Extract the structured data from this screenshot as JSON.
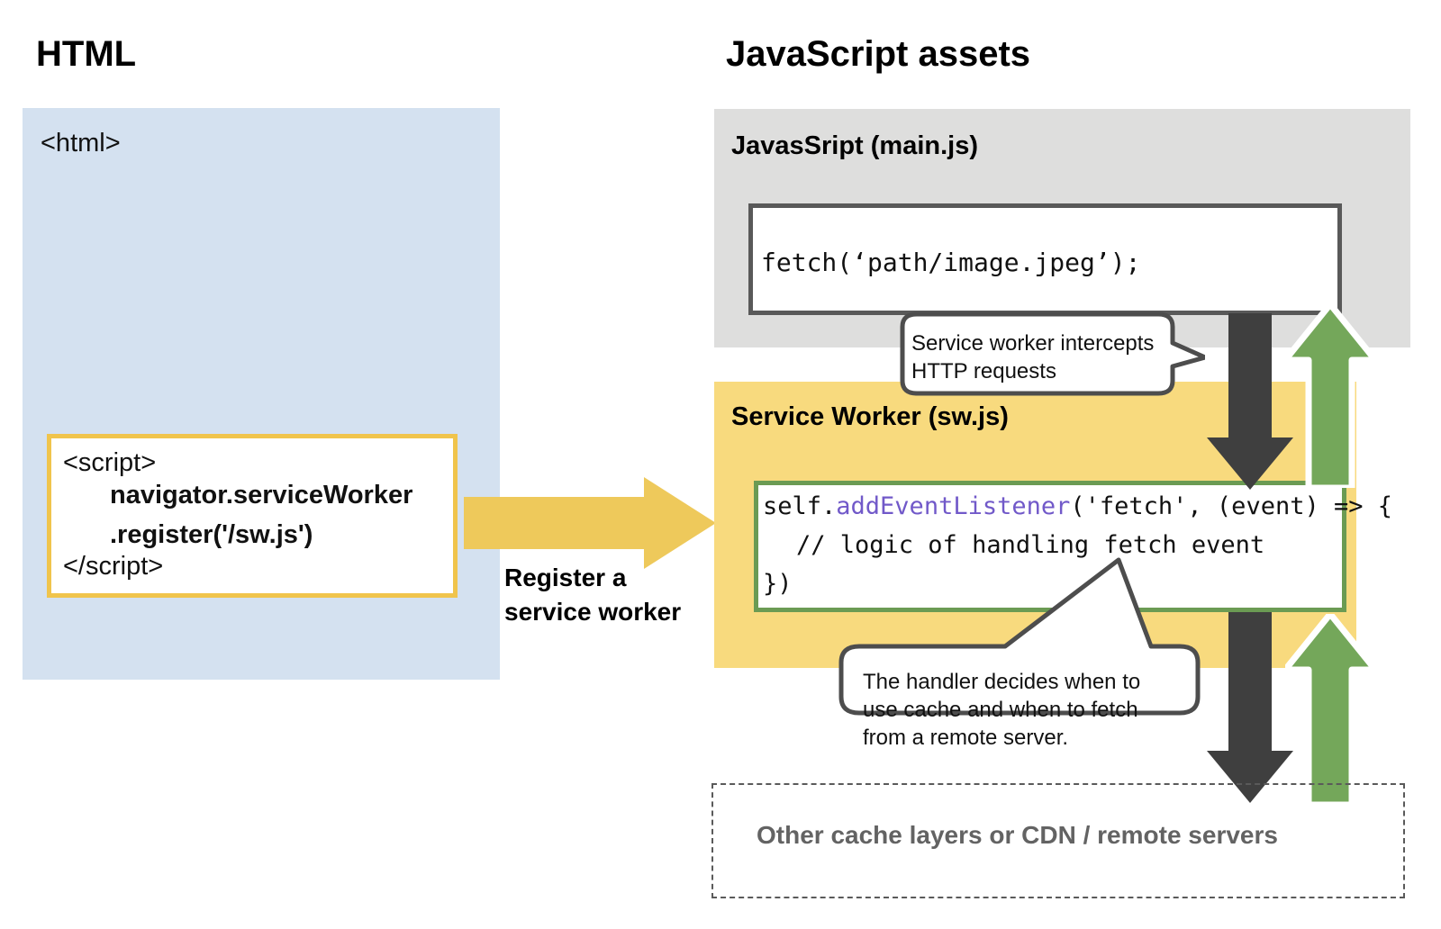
{
  "sections": {
    "html_title": "HTML",
    "js_title": "JavaScript assets"
  },
  "html_panel": {
    "tag": "<html>",
    "script_box": {
      "line1": "<script>",
      "line2": "navigator.serviceWorker",
      "line3": ".register('/sw.js')",
      "line4": "</script>"
    }
  },
  "register_arrow": {
    "label": "Register a\nservice worker"
  },
  "mainjs_panel": {
    "label": "JavasSript (main.js)",
    "code": "fetch(‘path/image.jpeg’);"
  },
  "service_worker_panel": {
    "label": "Service Worker (sw.js)",
    "code_line1_a": "self.",
    "code_line1_fn": "addEventListener",
    "code_line1_b": "('fetch', (event) => {",
    "code_line2": "// logic of handling fetch event",
    "code_line3": "})"
  },
  "callouts": {
    "intercept": "Service worker intercepts\nHTTP requests",
    "handler": "The handler decides when to\nuse cache and when to fetch\nfrom a remote server."
  },
  "remote_box": {
    "label": "Other cache layers or CDN / remote servers"
  },
  "colors": {
    "html_panel_bg": "#d4e1f0",
    "mainjs_panel_bg": "#dededd",
    "sw_panel_bg": "#f8da7e",
    "script_border": "#f0c44c",
    "sw_code_border": "#6b9b53",
    "fetch_border": "#595959",
    "down_arrow": "#3f3f3f",
    "up_arrow": "#74a75a",
    "register_arrow": "#eec95b",
    "remote_text": "#636363",
    "token_function": "#7159c9"
  }
}
